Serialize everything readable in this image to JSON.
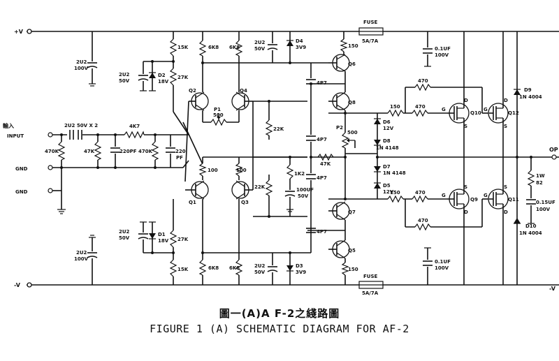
{
  "rails": {
    "pos": "+V",
    "neg": "-V"
  },
  "io": {
    "input_cn": "輸入",
    "input": "INPUT",
    "gnd1": "GND",
    "gnd2": "GND",
    "output": "OP",
    "out_neg": "-V"
  },
  "fuses": {
    "top_label": "FUSE",
    "top_value": "5A/7A",
    "bot_label": "FUSE",
    "bot_value": "5A/7A"
  },
  "input_stage": {
    "c_in": "2U2 50V X 2",
    "r_4k7": "4K7",
    "r_470k_a": "470K",
    "r_47k": "47K",
    "c_220pf": "220PF",
    "r_470k_b": "470K",
    "c_220pf_b_1": "220",
    "c_220pf_b_2": "PF"
  },
  "supply_caps": {
    "top_2u2": "2U2",
    "top_100v": "100V",
    "bot_2u2": "2U2",
    "bot_100v": "100V",
    "c_top_01": "0.1UF",
    "c_top_01v": "100V",
    "c_bot_01": "0.1UF",
    "c_bot_01v": "100V"
  },
  "diff_stage": {
    "r_15k_top": "15K",
    "r_27k_top": "27K",
    "c2u2_top": "2U2",
    "c2u2_top_v": "50V",
    "d2": "D2",
    "d2_v": "18V",
    "q2": "Q2",
    "q4": "Q4",
    "p1": "P1",
    "p1_v": "500",
    "r_6k8_a": "6K8",
    "r_6k8_b": "6K8",
    "r_100_a": "100",
    "r_100_b": "100",
    "q1": "Q1",
    "q3": "Q3",
    "c2u2_bot": "2U2",
    "c2u2_bot_v": "50V",
    "d1": "D1",
    "d1_v": "18V",
    "r_27k_bot": "27K",
    "r_15k_bot": "15K",
    "r_6k8_c": "6K8",
    "r_6k8_d": "6K8"
  },
  "vas_stage": {
    "c2u2_d4": "2U2",
    "c2u2_d4_v": "50V",
    "d4": "D4",
    "d4_v": "3V9",
    "r_150_top": "150",
    "q6": "Q6",
    "q8": "Q8",
    "c_4p7_a": "4P7",
    "c_4p7_b": "4P7",
    "r_22k_a": "22K",
    "p2": "P2",
    "p2_v": "500",
    "r_47k": "47K",
    "r_1k2": "1K2",
    "c_100uf": "100UF",
    "c_100uf_v": "50V",
    "r_22k_b": "22K",
    "c_4p7_c": "4P7",
    "c_4p7_d": "4P7",
    "q7": "Q7",
    "q5": "Q5",
    "r_150_bot": "150",
    "c2u2_d3": "2U2",
    "c2u2_d3_v": "50V",
    "d3": "D3",
    "d3_v": "3V9"
  },
  "bias_diodes": {
    "d6": "D6",
    "d6_v": "12V",
    "d8": "D8",
    "d8_v": "1N 4148",
    "d7": "D7",
    "d7_v": "1N 4148",
    "d5": "D5",
    "d5_v": "12V"
  },
  "output_stage": {
    "r_470_a": "470",
    "r_150_a": "150",
    "r_470_b": "470",
    "r_470_c": "470",
    "r_150_b": "150",
    "r_470_d": "470",
    "q10": "Q10",
    "q12": "Q12",
    "q9": "Q9",
    "q11": "Q11",
    "g": "G",
    "d": "D",
    "s": "S",
    "d9": "D9",
    "d9_v": "1N 4004",
    "d10": "D10",
    "d10_v": "1N 4004",
    "r_1w": "1W",
    "r_82": "82",
    "c_015": "0.15UF",
    "c_015_v": "100V"
  },
  "caption": {
    "cn": "圖一(A)A F-2之綫路圖",
    "en": "FIGURE 1 (A)  SCHEMATIC DIAGRAM FOR AF-2"
  }
}
